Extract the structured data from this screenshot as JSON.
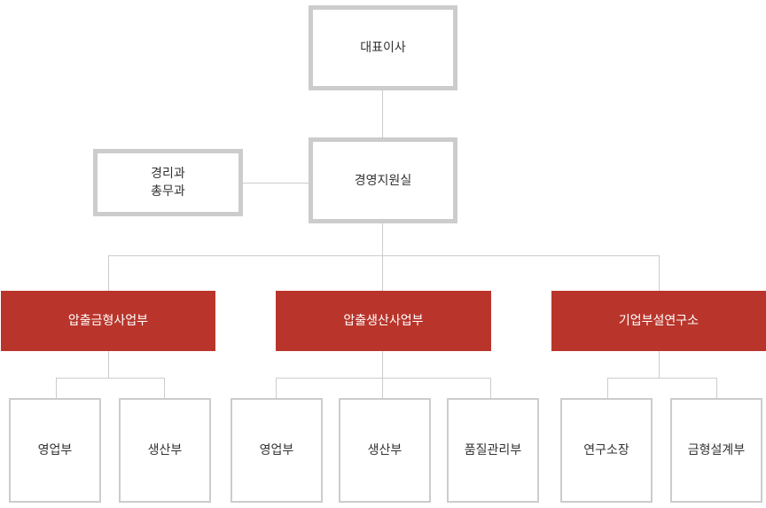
{
  "org": {
    "ceo": "대표이사",
    "support": "경영지원실",
    "side": "경리과\n총무과",
    "divisions": [
      {
        "name": "압출금형사업부",
        "teams": [
          "영업부",
          "생산부"
        ]
      },
      {
        "name": "압출생산사업부",
        "teams": [
          "영업부",
          "생산부",
          "품질관리부"
        ]
      },
      {
        "name": "기업부설연구소",
        "teams": [
          "연구소장",
          "금형설계부"
        ]
      }
    ]
  },
  "colors": {
    "division": "#b9352b",
    "border": "#cccccc"
  }
}
